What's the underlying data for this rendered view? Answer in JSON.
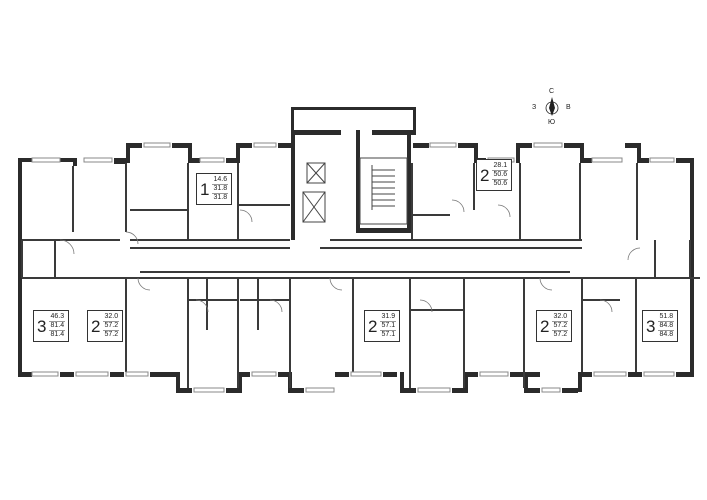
{
  "compass": {
    "north": "С",
    "south": "Ю",
    "west": "З",
    "east": "В"
  },
  "apartments": [
    {
      "id": "apt-1",
      "rooms": "3",
      "values": [
        "46.3",
        "81.4",
        "81.4"
      ]
    },
    {
      "id": "apt-2",
      "rooms": "2",
      "values": [
        "32.0",
        "57.2",
        "57.2"
      ]
    },
    {
      "id": "apt-3",
      "rooms": "1",
      "values": [
        "14.6",
        "31.8",
        "31.8"
      ]
    },
    {
      "id": "apt-4",
      "rooms": "2",
      "values": [
        "31.9",
        "57.1",
        "57.1"
      ]
    },
    {
      "id": "apt-5",
      "rooms": "2",
      "values": [
        "28.1",
        "50.6",
        "50.6"
      ]
    },
    {
      "id": "apt-6",
      "rooms": "2",
      "values": [
        "32.0",
        "57.2",
        "57.2"
      ]
    },
    {
      "id": "apt-7",
      "rooms": "3",
      "values": [
        "51.8",
        "84.8",
        "84.8"
      ]
    }
  ]
}
